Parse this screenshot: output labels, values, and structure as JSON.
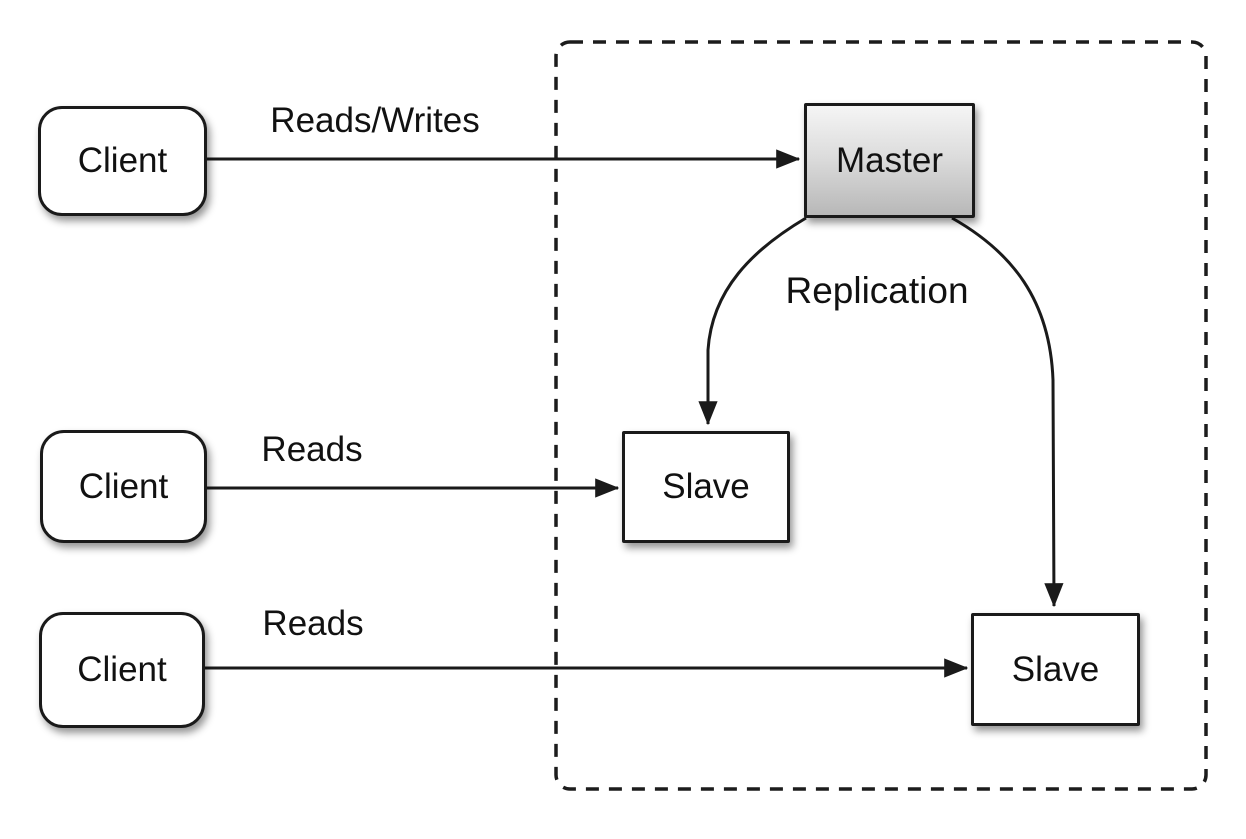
{
  "diagram": {
    "boundary": {
      "description": "dashed-database-cluster-boundary"
    },
    "colors": {
      "line": "#1a1a1a",
      "background": "#ffffff",
      "node_fill": "#ffffff",
      "master_fill_top": "#f5f5f5",
      "master_fill_bottom": "#b8b8b8"
    },
    "nodes": {
      "client_top": {
        "label": "Client"
      },
      "client_middle": {
        "label": "Client"
      },
      "client_bottom": {
        "label": "Client"
      },
      "master": {
        "label": "Master"
      },
      "slave_left": {
        "label": "Slave"
      },
      "slave_right": {
        "label": "Slave"
      }
    },
    "edges": {
      "reads_writes": {
        "label": "Reads/Writes",
        "from": "client_top",
        "to": "master"
      },
      "reads_middle": {
        "label": "Reads",
        "from": "client_middle",
        "to": "slave_left"
      },
      "reads_bottom": {
        "label": "Reads",
        "from": "client_bottom",
        "to": "slave_right"
      },
      "replication": {
        "label": "Replication",
        "from": "master",
        "to": "slave_left and slave_right"
      }
    }
  }
}
